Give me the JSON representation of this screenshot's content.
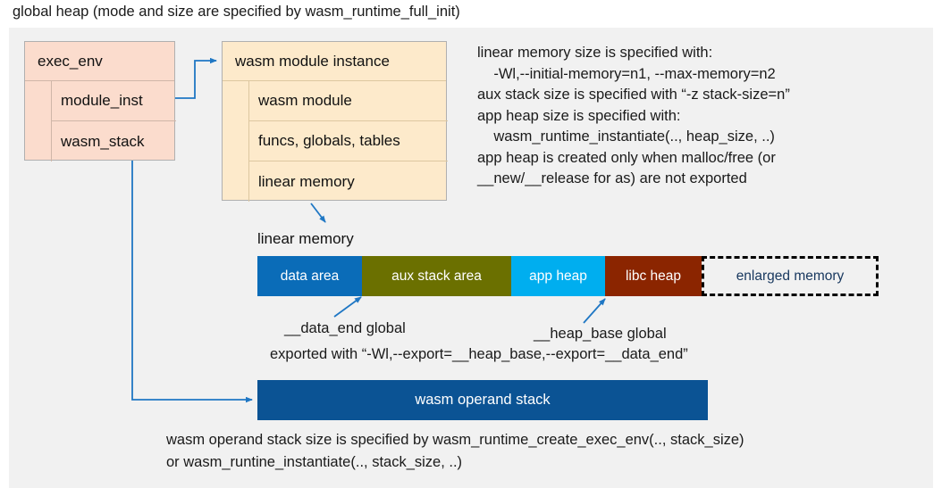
{
  "title": "global heap (mode and size are specified by wasm_runtime_full_init)",
  "exec_env": {
    "header": "exec_env",
    "rows": [
      {
        "label": "module_inst"
      },
      {
        "label": "wasm_stack"
      }
    ]
  },
  "module_instance": {
    "header": "wasm module instance",
    "rows": [
      {
        "label": "wasm module"
      },
      {
        "label": "funcs, globals, tables"
      },
      {
        "label": "linear memory"
      }
    ]
  },
  "note": "linear memory size is specified with:\n    -Wl,--initial-memory=n1, --max-memory=n2\naux stack size is specified with “-z stack-size=n”\napp heap size is specified with:\n    wasm_runtime_instantiate(.., heap_size, ..)\napp heap is created only when malloc/free (or\n__new/__release for as) are not exported",
  "linear_memory": {
    "label": "linear memory",
    "segments": [
      {
        "label": "data area",
        "color": "#0a6cb8",
        "width": 117
      },
      {
        "label": "aux stack area",
        "color": "#6b7000",
        "width": 167
      },
      {
        "label": "app heap",
        "color": "#00aeef",
        "width": 105
      },
      {
        "label": "libc heap",
        "color": "#8b2500",
        "width": 108
      },
      {
        "label": "enlarged memory",
        "color": "#f1f1f1",
        "width": 198
      }
    ]
  },
  "annotations": {
    "data_end": "__data_end global",
    "heap_base": "__heap_base global",
    "exported": "exported with “-Wl,--export=__heap_base,--export=__data_end”"
  },
  "operand_stack": {
    "label": "wasm operand stack"
  },
  "bottom_note": "wasm operand stack size is specified by wasm_runtime_create_exec_env(.., stack_size)\nor wasm_runtine_instantiate(.., stack_size, ..)",
  "colors": {
    "panel_bg": "#f1f1f1",
    "exec_env_fill": "#fbdccd",
    "module_fill": "#fdeacb",
    "wire": "#1f77c4",
    "operand_stack": "#0b5394"
  }
}
